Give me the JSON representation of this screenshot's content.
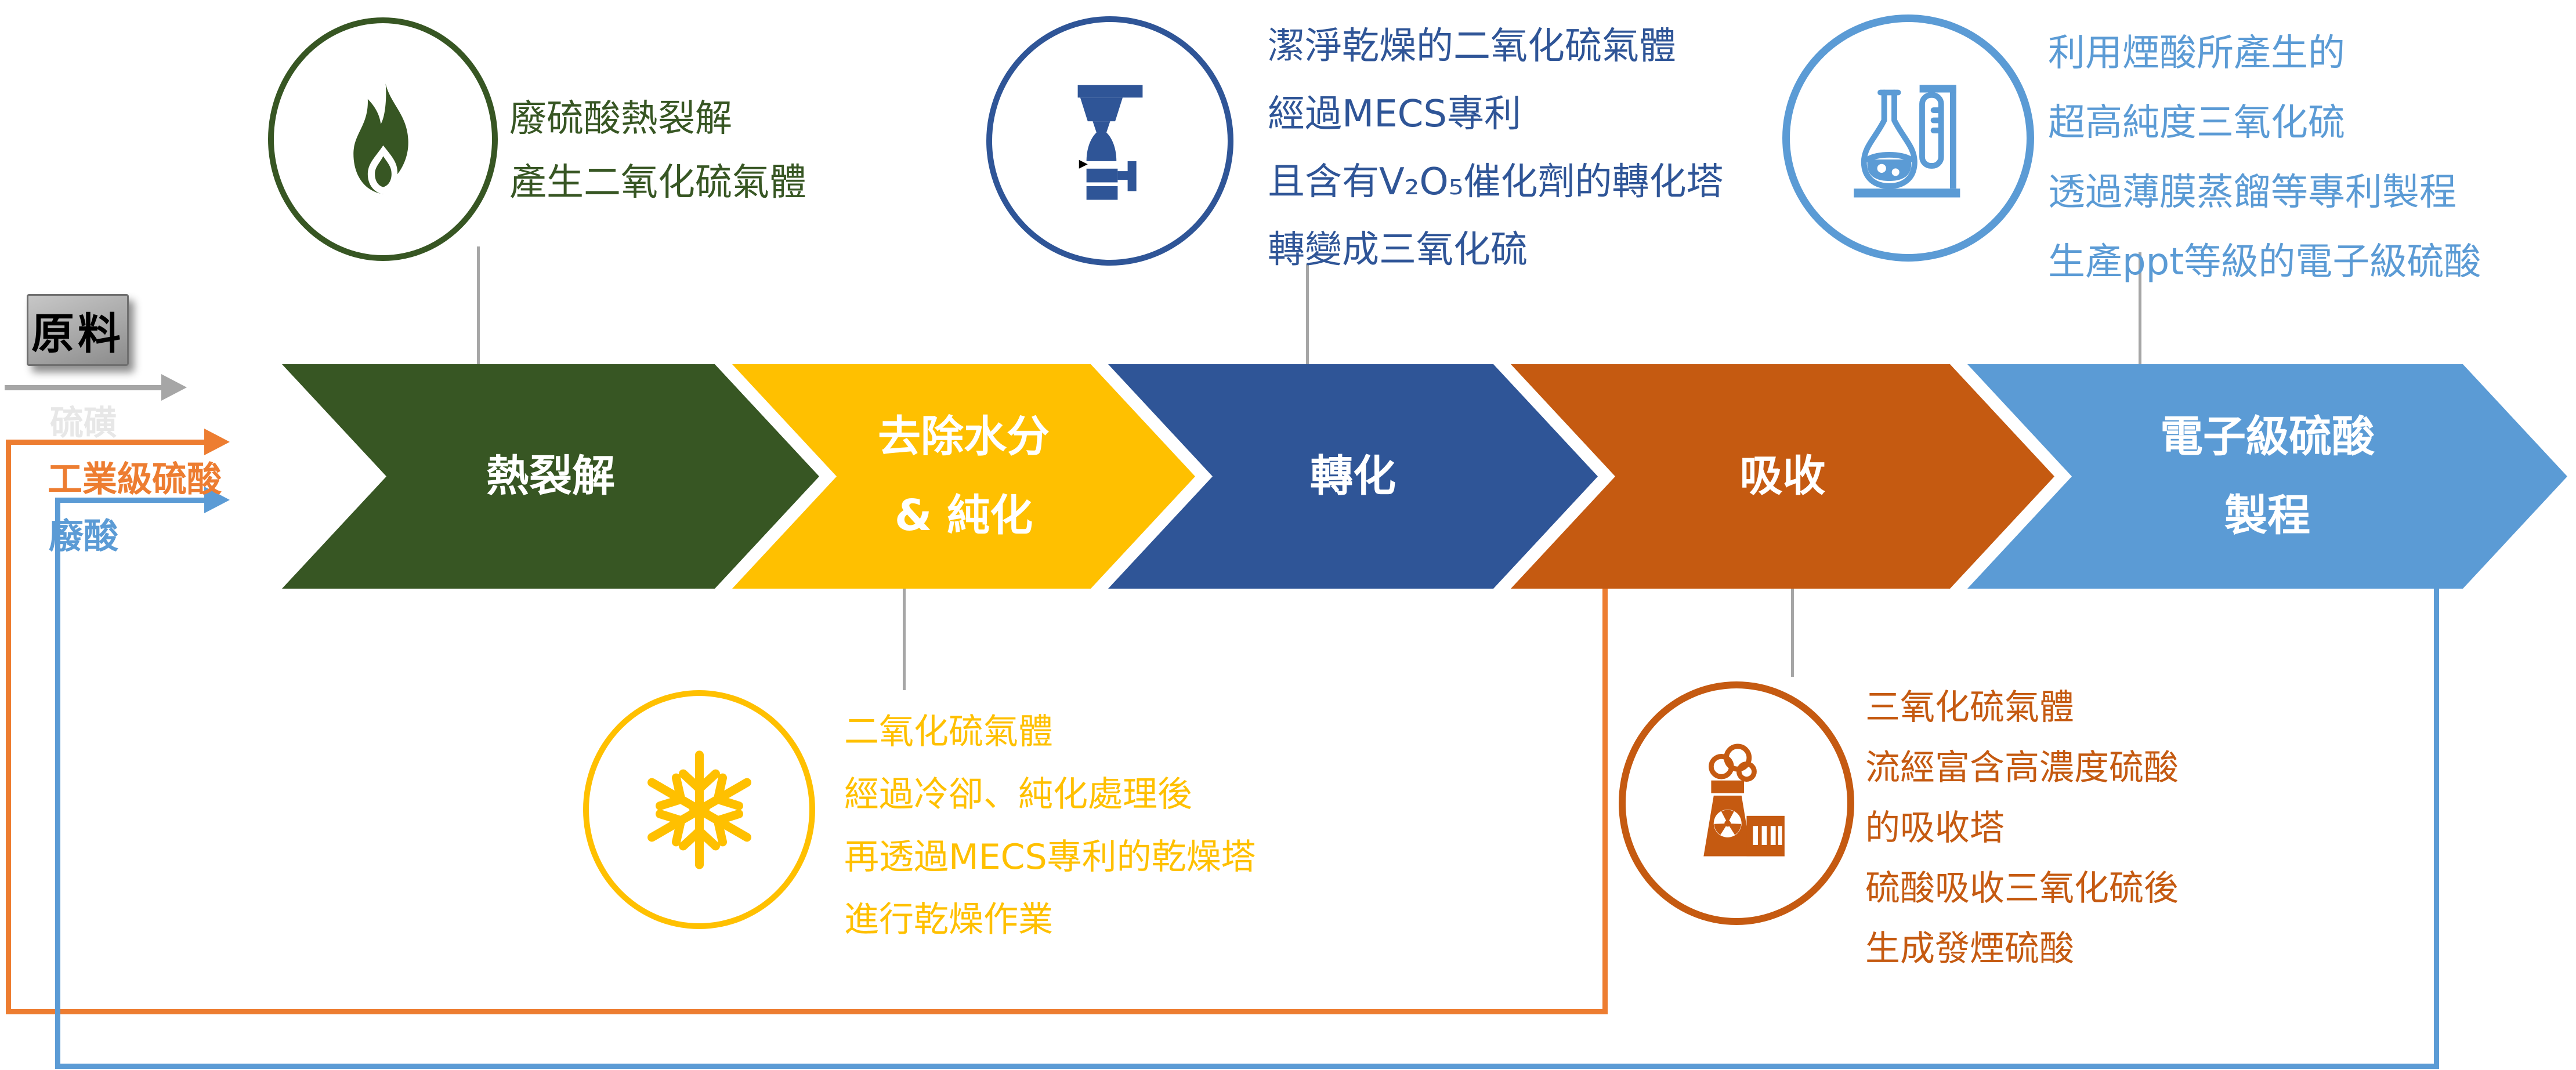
{
  "materials_label": "原料",
  "inputs": [
    {
      "name": "sulfur",
      "label": "硫磺"
    },
    {
      "name": "industrial-grade-acid",
      "label": "工業級硫酸"
    },
    {
      "name": "waste-acid",
      "label": "廢酸"
    }
  ],
  "stages": [
    {
      "name": "pyrolysis",
      "lines": [
        "熱裂解"
      ]
    },
    {
      "name": "dewatering",
      "lines": [
        "去除水分",
        "& 純化"
      ]
    },
    {
      "name": "conversion",
      "lines": [
        "轉化"
      ]
    },
    {
      "name": "absorption",
      "lines": [
        "吸收"
      ]
    },
    {
      "name": "electronic-acid-process",
      "lines": [
        "電子級硫酸",
        "製程"
      ]
    }
  ],
  "callouts": {
    "pyrolysis": {
      "icon": "flame-icon",
      "lines": [
        "廢硫酸熱裂解",
        "產生二氧化硫氣體"
      ]
    },
    "conversion": {
      "icon": "converter-tower-icon",
      "lines": [
        "潔淨乾燥的二氧化硫氣體",
        "經過MECS專利",
        "且含有V₂O₅催化劑的轉化塔",
        "轉變成三氧化硫"
      ]
    },
    "electronic": {
      "icon": "lab-flask-icon",
      "lines": [
        "利用煙酸所產生的",
        "超高純度三氧化硫",
        "透過薄膜蒸餾等專利製程",
        "生產ppt等級的電子級硫酸"
      ]
    },
    "drying": {
      "icon": "snowflake-icon",
      "lines": [
        "二氧化硫氣體",
        "經過冷卻、純化處理後",
        "再透過MECS專利的乾燥塔",
        "進行乾燥作業"
      ]
    },
    "absorption": {
      "icon": "factory-icon",
      "lines": [
        "三氧化硫氣體",
        "流經富含高濃度硫酸",
        "的吸收塔",
        "硫酸吸收三氧化硫後",
        "生成發煙硫酸"
      ]
    }
  },
  "colors": {
    "dark_green": "#375623",
    "gold": "#FFC000",
    "dark_blue": "#2F5597",
    "rust_orange": "#C55A11",
    "light_blue": "#5B9BD5",
    "bright_orange": "#ED7D31",
    "gray": "#A6A6A6",
    "faint_gray": "#E7E7E7"
  }
}
